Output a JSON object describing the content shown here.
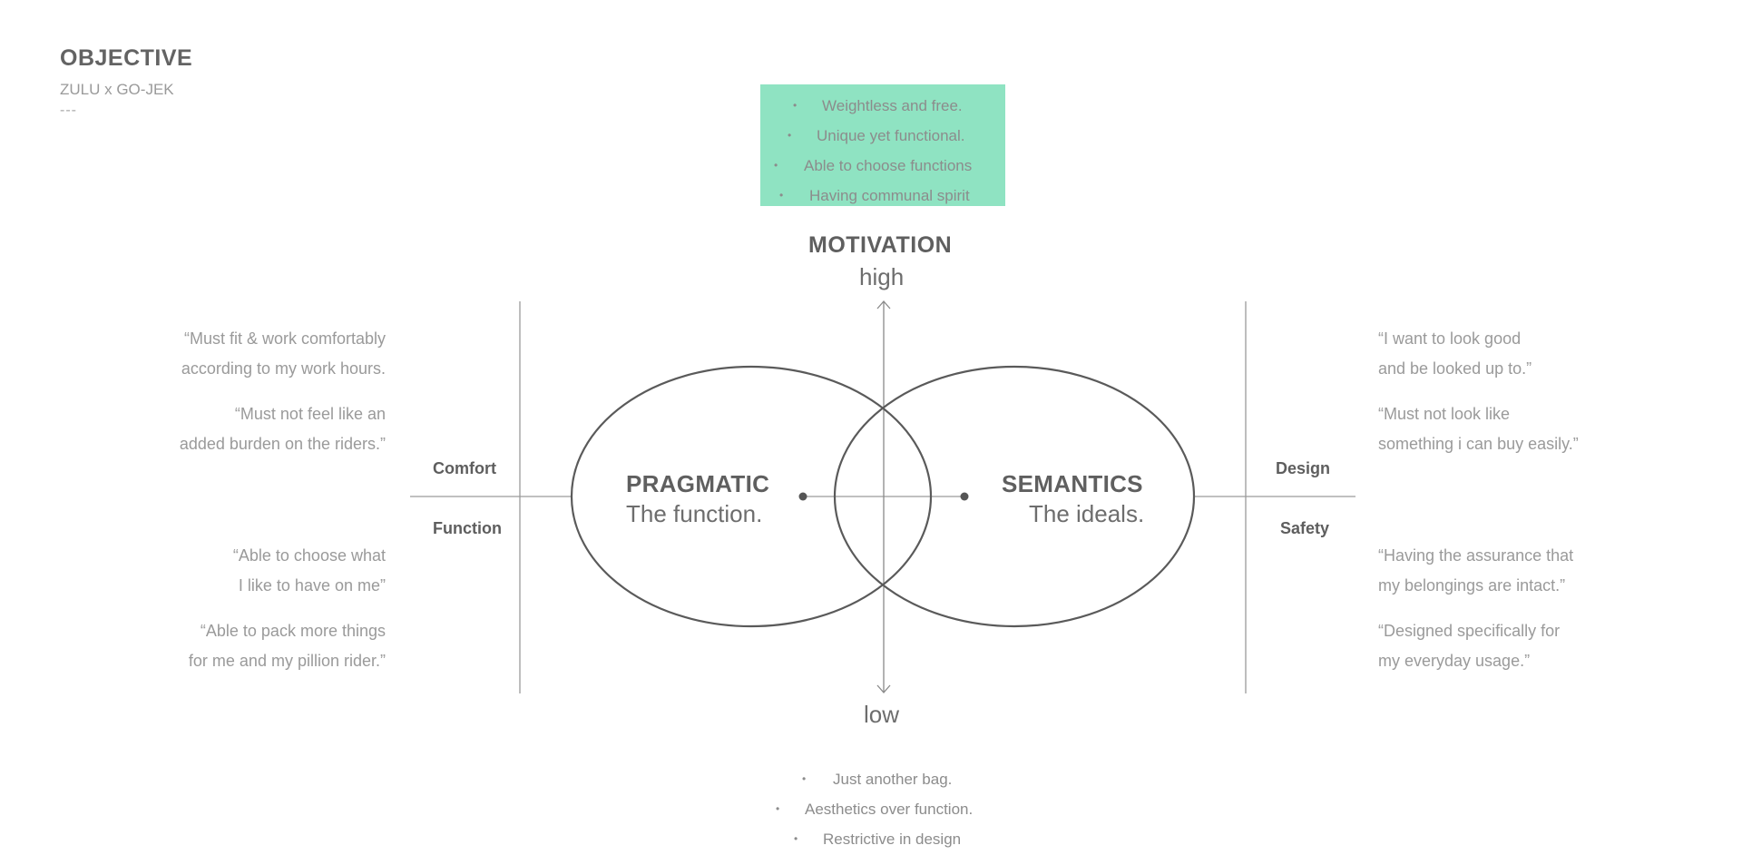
{
  "header": {
    "title": "OBJECTIVE",
    "subtitle": "ZULU x GO-JEK",
    "dashes": "---"
  },
  "motivation_box": {
    "color": "#8fe3c2",
    "items": [
      "Weightless and free.",
      "Unique yet functional.",
      "Able to choose functions",
      "Having communal spirit"
    ]
  },
  "axis": {
    "title": "MOTIVATION",
    "high": "high",
    "low": "low"
  },
  "left_quotes": {
    "top": [
      [
        "“Must fit & work comfortably",
        "according to my work hours."
      ],
      [
        "“Must not feel like an",
        "added burden on the riders.”"
      ]
    ],
    "bottom": [
      [
        "“Able to choose what",
        "I like to have on me”"
      ],
      [
        "“Able to pack more things",
        "for me and my pillion rider.”"
      ]
    ]
  },
  "right_quotes": {
    "top": [
      [
        "“I want to look good",
        "and be looked up to.”"
      ],
      [
        "“Must not look like",
        "something i can buy easily.”"
      ]
    ],
    "bottom": [
      [
        "“Having the assurance that",
        "my belongings are intact.”"
      ],
      [
        "“Designed specifically for",
        "my everyday usage.”"
      ]
    ]
  },
  "side_labels": {
    "left_top": "Comfort",
    "left_bottom": "Function",
    "right_top": "Design",
    "right_bottom": "Safety"
  },
  "circles": {
    "left": {
      "title": "PRAGMATIC",
      "subtitle": "The function."
    },
    "right": {
      "title": "SEMANTICS",
      "subtitle": "The ideals."
    }
  },
  "bottom_list": {
    "items": [
      "Just another bag.",
      "Aesthetics over function.",
      "Restrictive in design"
    ]
  }
}
